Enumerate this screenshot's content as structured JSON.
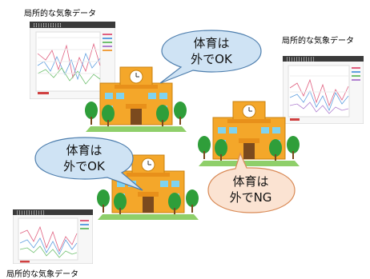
{
  "captions": {
    "top_left": "局所的な気象データ",
    "top_right": "局所的な気象データ",
    "bottom_left": "局所的な気象データ"
  },
  "bubbles": {
    "top": {
      "line1": "体育は",
      "line2": "外でOK",
      "fill": "#cfe3f4",
      "stroke": "#4f7fae"
    },
    "left": {
      "line1": "体育は",
      "line2": "外でOK",
      "fill": "#cfe3f4",
      "stroke": "#4f7fae"
    },
    "right": {
      "line1": "体育は",
      "line2": "外でNG",
      "fill": "#fbe3d2",
      "stroke": "#d98a56"
    }
  },
  "colors": {
    "school_body": "#f4a72a",
    "school_roof": "#e8901a",
    "window": "#7fd3f0",
    "door": "#7b4a1e",
    "tree": "#2f9e3a",
    "lawn": "#8fcf6a",
    "clock": "#ffffff",
    "thumb_header": "#3a3a3a"
  }
}
